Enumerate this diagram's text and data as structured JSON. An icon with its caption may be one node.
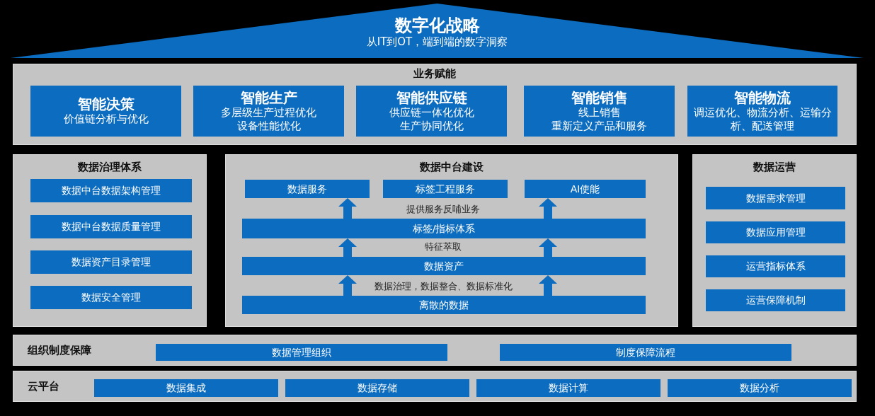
{
  "diagram": {
    "nodes": [
      {
        "text": [
          "数字化战略",
          "从IT到OT，端到端的数字洞察"
        ]
      },
      {
        "text": [
          "业务赋能"
        ]
      },
      {
        "text": [
          "智能决策",
          "价值链分析与优化"
        ],
        "in": 1
      },
      {
        "text": [
          "智能生产",
          "多层级生产过程优化",
          "设备性能优化"
        ],
        "in": 1
      },
      {
        "text": [
          "智能供应链",
          "供应链一体化优化",
          "生产协同优化"
        ],
        "in": 1
      },
      {
        "text": [
          "智能销售",
          "线上销售",
          "重新定义产品和服务"
        ],
        "in": 1
      },
      {
        "text": [
          "智能物流",
          "调运优化、物流分析、运输分析、配送管理"
        ],
        "in": 1
      },
      {
        "text": [
          "数据治理体系"
        ]
      },
      {
        "text": [
          "数据中台数据架构管理"
        ],
        "in": 7
      },
      {
        "text": [
          "数据中台数据质量管理"
        ],
        "in": 7
      },
      {
        "text": [
          "数据资产目录管理"
        ],
        "in": 7
      },
      {
        "text": [
          "数据安全管理"
        ],
        "in": 7
      },
      {
        "text": [
          "数据中台建设"
        ]
      },
      {
        "text": [
          "数据服务"
        ],
        "in": 12
      },
      {
        "text": [
          "标签工程服务"
        ],
        "in": 12
      },
      {
        "text": [
          "AI使能"
        ],
        "in": 12
      },
      {
        "text": [
          "标签/指标体系"
        ],
        "in": 12
      },
      {
        "text": [
          "数据资产"
        ],
        "in": 12
      },
      {
        "text": [
          "离散的数据"
        ],
        "in": 12
      },
      {
        "text": [
          "数据运营"
        ]
      },
      {
        "text": [
          "数据需求管理"
        ],
        "in": 19
      },
      {
        "text": [
          "数据应用管理"
        ],
        "in": 19
      },
      {
        "text": [
          "运营指标体系"
        ],
        "in": 19
      },
      {
        "text": [
          "运营保障机制"
        ],
        "in": 19
      },
      {
        "text": [
          "组织制度保障"
        ]
      },
      {
        "text": [
          "数据管理组织"
        ],
        "in": 24
      },
      {
        "text": [
          "制度保障流程"
        ],
        "in": 24
      },
      {
        "text": [
          "云平台"
        ]
      },
      {
        "text": [
          "数据集成"
        ],
        "in": 27
      },
      {
        "text": [
          "数据存储"
        ],
        "in": 27
      },
      {
        "text": [
          "数据计算"
        ],
        "in": 27
      },
      {
        "text": [
          "数据分析"
        ],
        "in": 27
      }
    ],
    "edges": [
      {
        "from": 16,
        "to": 13,
        "arrow": "to",
        "style": "thick"
      },
      {
        "from": 16,
        "to": 15,
        "arrow": "to",
        "style": "thick"
      },
      {
        "from": 17,
        "to": 16,
        "arrow": "to",
        "style": "thick"
      },
      {
        "from": 17,
        "to": 16,
        "arrow": "to",
        "style": "thick"
      },
      {
        "from": 18,
        "to": 17,
        "arrow": "to",
        "style": "thick"
      },
      {
        "from": 18,
        "to": 17,
        "arrow": "to",
        "style": "thick"
      }
    ],
    "labels": [
      "提供服务反哺业务",
      "特征萃取",
      "数据治理，数据整合、数据标准化"
    ]
  }
}
